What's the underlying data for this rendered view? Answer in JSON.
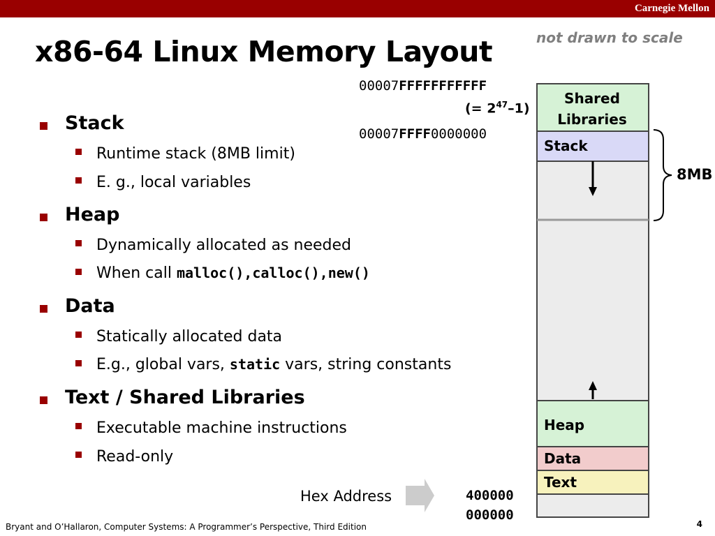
{
  "header": {
    "brand": "Carnegie Mellon"
  },
  "title": "x86-64 Linux Memory Layout",
  "note": "not drawn to scale",
  "bullets": [
    {
      "label": "Stack",
      "subs": [
        {
          "text": "Runtime stack (8MB limit)"
        },
        {
          "text": "E. g., local variables"
        }
      ]
    },
    {
      "label": "Heap",
      "subs": [
        {
          "text": "Dynamically allocated as needed"
        },
        {
          "text_prefix": "When call ",
          "code": "malloc(),calloc(),new()"
        }
      ]
    },
    {
      "label": "Data",
      "subs": [
        {
          "text": "Statically allocated data"
        },
        {
          "text_prefix": "E.g., global vars, ",
          "code": "static",
          "text_suffix": " vars, string constants"
        }
      ]
    },
    {
      "label": "Text  / Shared Libraries",
      "subs": [
        {
          "text": "Executable machine instructions"
        },
        {
          "text": "Read-only"
        }
      ]
    }
  ],
  "addresses": {
    "top": {
      "prefix": "00007",
      "bold": "FFFFFFFFFFF"
    },
    "top_eq": {
      "prefix": "(= 2",
      "exp": "47",
      "suffix": "–1)"
    },
    "stack_start": {
      "prefix": "00007",
      "bold": "FFFF",
      "suffix": "0000000"
    },
    "text_start": "400000",
    "bottom": "000000"
  },
  "segments": {
    "shared_libraries": {
      "label": "Shared\nLibraries",
      "color": "#d6f2d6"
    },
    "stack": {
      "label": "Stack",
      "color": "#d9d9f7"
    },
    "heap": {
      "label": "Heap",
      "color": "#d6f2d6"
    },
    "data": {
      "label": "Data",
      "color": "#f2cccc"
    },
    "text": {
      "label": "Text",
      "color": "#f7f2bd"
    }
  },
  "stack_limit_label": "8MB",
  "hex_label": "Hex Address",
  "colors": {
    "accent": "#990000",
    "note": "#7f7f7f",
    "column": "#ececec",
    "arrow": "#cccccc"
  },
  "footer": "Bryant and O’Hallaron, Computer Systems: A Programmer’s Perspective, Third Edition",
  "page_number": "4"
}
